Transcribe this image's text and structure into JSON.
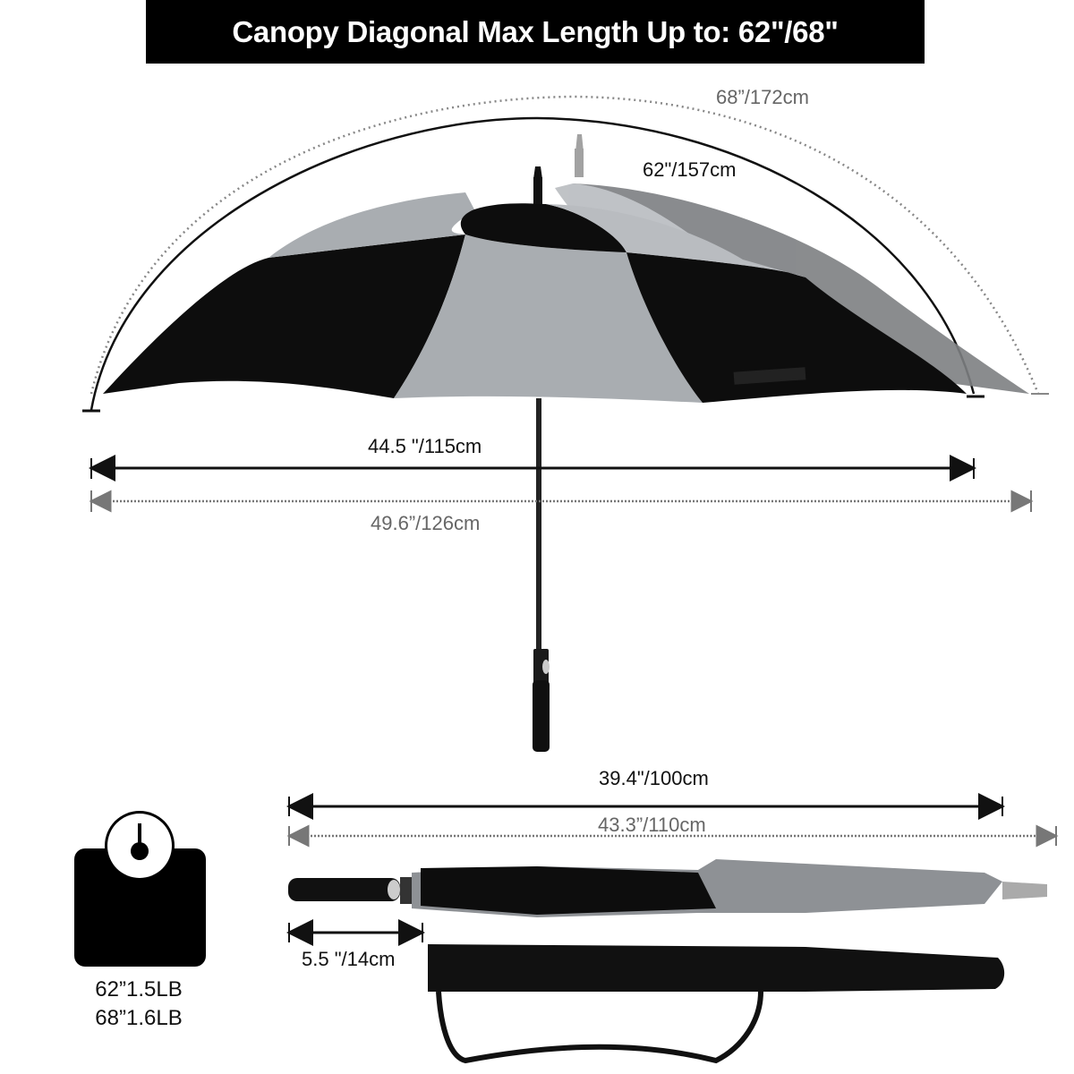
{
  "banner": {
    "title": "Canopy Diagonal Max Length Up to: 62\"/68\""
  },
  "open_umbrella": {
    "arc_large_label": "68”/172cm",
    "arc_small_label": "62\"/157cm",
    "width_small_label": "44.5 \"/115cm",
    "width_large_label": "49.6”/126cm"
  },
  "closed_umbrella": {
    "length_small_label": "39.4\"/100cm",
    "length_large_label": "43.3”/110cm",
    "handle_label": "5.5 \"/14cm"
  },
  "weight": {
    "icon": "scale-icon",
    "line_62": "62”1.5LB",
    "line_68": "68”1.6LB"
  },
  "colors": {
    "black": "#0d0d0d",
    "light_gray": "#a9adb1",
    "mid_gray": "#7d7f82",
    "dim_text": "#666666"
  }
}
